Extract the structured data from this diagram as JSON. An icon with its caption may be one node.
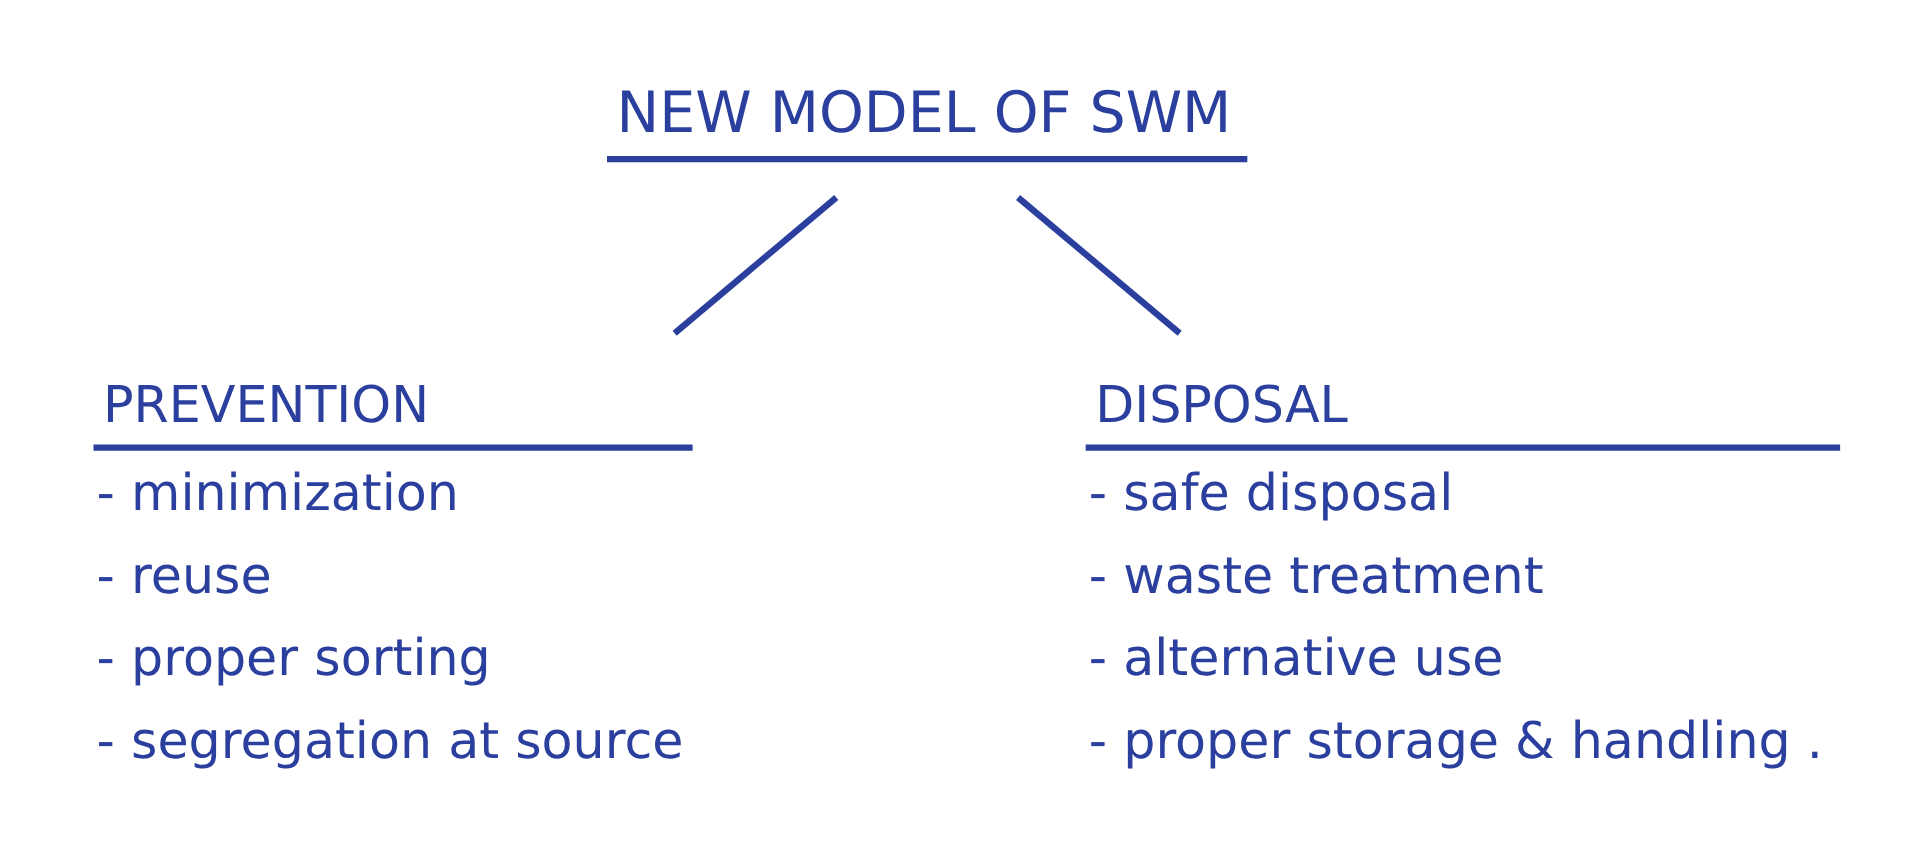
{
  "diagram": {
    "nodes": [
      {
        "text": [
          "NEW MODEL OF SWM"
        ]
      },
      {
        "text": [
          "PREVENTION",
          "- minimization",
          "- reuse",
          "- proper sorting",
          "- segregation at source"
        ]
      },
      {
        "text": [
          "DISPOSAL",
          "- safe disposal",
          "- waste treatment",
          "- alternative use",
          "- proper storage & handling ."
        ]
      }
    ],
    "edges": [
      {
        "from": 0,
        "to": 1,
        "arrow": "none"
      },
      {
        "from": 0,
        "to": 2,
        "arrow": "none"
      }
    ]
  }
}
